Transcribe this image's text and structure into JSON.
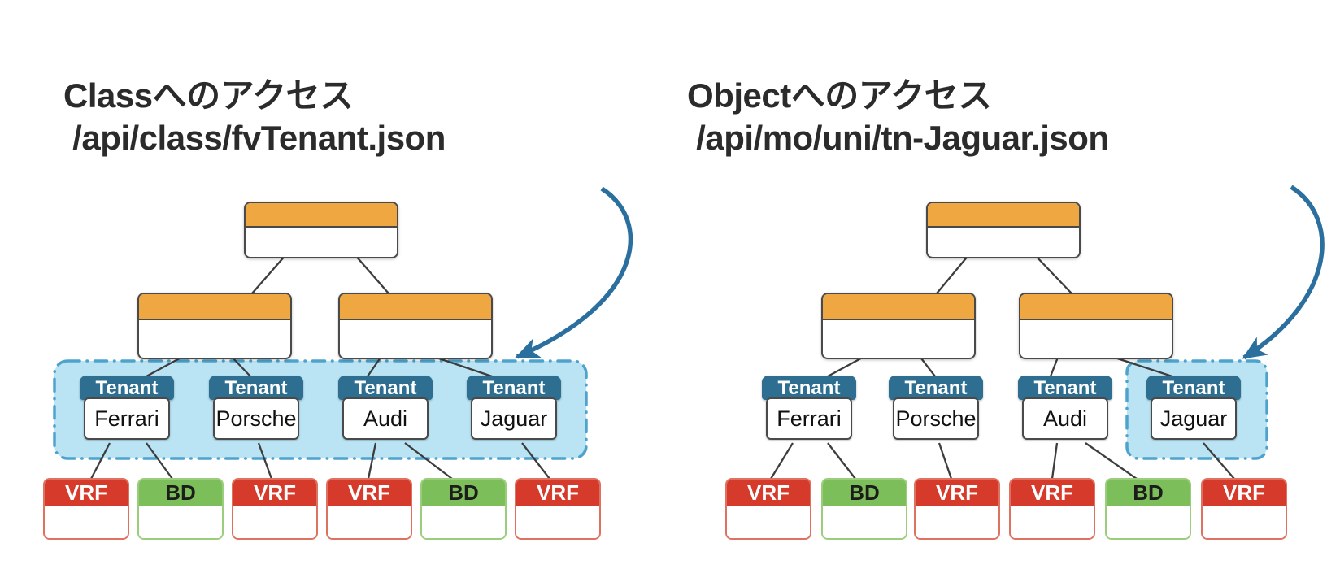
{
  "colors": {
    "orange_header": "#efa742",
    "tenant_header_teal": "#2e6f91",
    "vrf_red": "#d63a2b",
    "bd_green": "#7cbe5a",
    "highlight_fill": "#bae4f4",
    "highlight_border": "#4ea3cd",
    "arrow_blue": "#2b6f9e",
    "tree_edge": "#3d3d3d",
    "node_border": "#4a4a4a",
    "title_text": "#2b2b2b"
  },
  "icons": {
    "annotation_arrow": "curved-arrow"
  },
  "left": {
    "title_line1": "Classへのアクセス",
    "title_line2": " /api/class/fvTenant.json",
    "tenants": [
      {
        "label": "Tenant",
        "name": "Ferrari"
      },
      {
        "label": "Tenant",
        "name": "Porsche"
      },
      {
        "label": "Tenant",
        "name": "Audi"
      },
      {
        "label": "Tenant",
        "name": "Jaguar"
      }
    ],
    "leaves": [
      "VRF",
      "BD",
      "VRF",
      "VRF",
      "BD",
      "VRF"
    ]
  },
  "right": {
    "title_line1": "Objectへのアクセス",
    "title_line2": " /api/mo/uni/tn-Jaguar.json",
    "tenants": [
      {
        "label": "Tenant",
        "name": "Ferrari"
      },
      {
        "label": "Tenant",
        "name": "Porsche"
      },
      {
        "label": "Tenant",
        "name": "Audi"
      },
      {
        "label": "Tenant",
        "name": "Jaguar"
      }
    ],
    "leaves": [
      "VRF",
      "BD",
      "VRF",
      "VRF",
      "BD",
      "VRF"
    ]
  }
}
